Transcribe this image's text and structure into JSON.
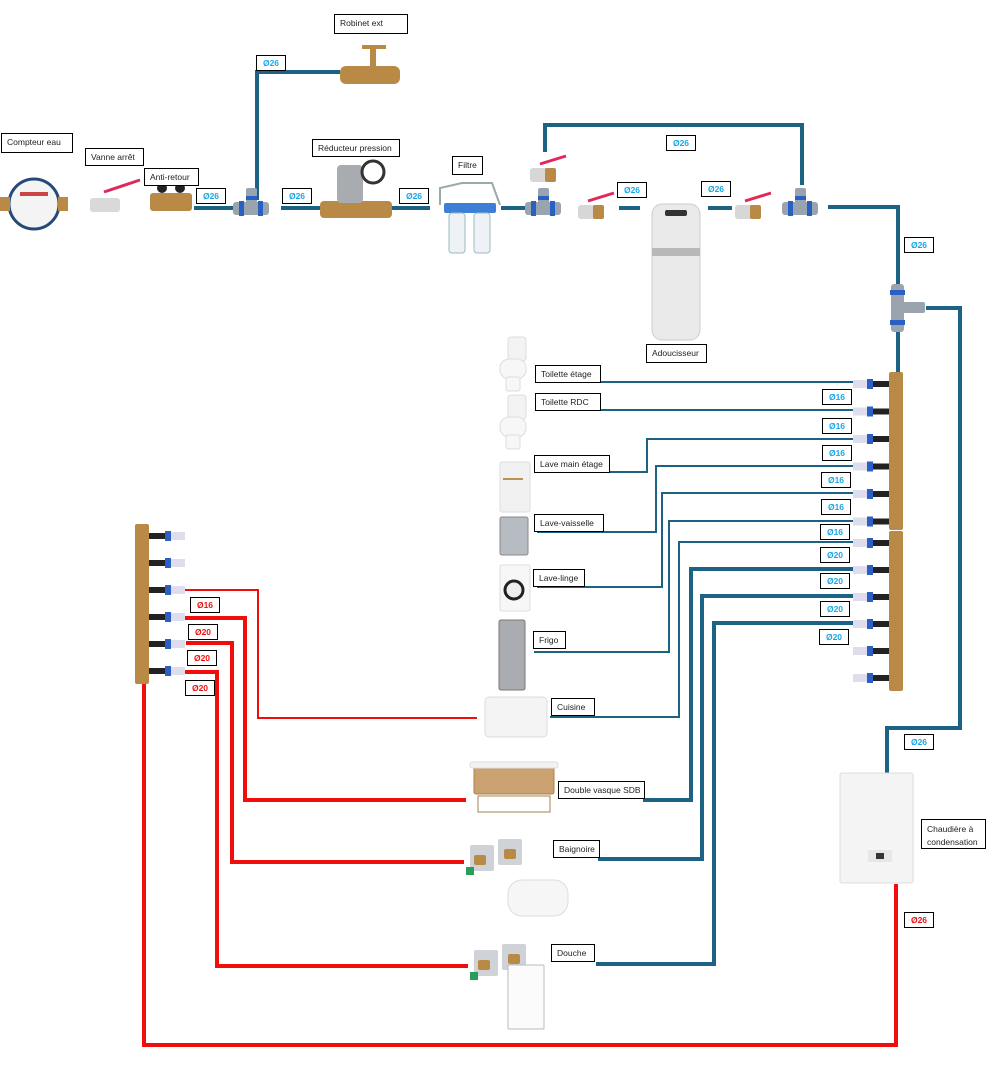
{
  "title": "Schéma plomberie",
  "colors": {
    "cold_pipe": "#1b6285",
    "hot_pipe": "#f20d0d",
    "cold_label": "#1aa7e8",
    "hot_label": "#ee1111",
    "brass": "#b88a45",
    "fitting_blue": "#2a5fc4"
  },
  "components": {
    "compteur": "Compteur eau",
    "vanne": "Vanne arrêt",
    "antiretour": "Anti-retour",
    "robinet_ext": "Robinet ext",
    "reducteur": "Réducteur pression",
    "filtre": "Filtre",
    "adoucisseur": "Adoucisseur",
    "chaudiere": "Chaudière à condensation"
  },
  "fixtures": {
    "toilette_etage": "Toilette étage",
    "toilette_rdc": "Toilette RDC",
    "lave_main": "Lave main étage",
    "lave_vaisselle": "Lave-vaisselle",
    "lave_linge": "Lave-linge",
    "frigo": "Frigo",
    "cuisine": "Cuisine",
    "double_vasque": "Double vasque SDB",
    "baignoire": "Baignoire",
    "douche": "Douche"
  },
  "diameters": {
    "main": "Ø26",
    "robinet": "Ø26",
    "bypass": "Ø26",
    "adou_in": "Ø26",
    "adou_out": "Ø26",
    "to_collector": "Ø26",
    "to_boiler": "Ø26",
    "boiler_hot": "Ø26",
    "cold_branches": [
      "Ø16",
      "Ø16",
      "Ø16",
      "Ø16",
      "Ø16",
      "Ø16",
      "Ø20",
      "Ø20",
      "Ø20"
    ],
    "hot_branches": [
      "Ø16",
      "Ø20",
      "Ø20",
      "Ø20"
    ]
  }
}
